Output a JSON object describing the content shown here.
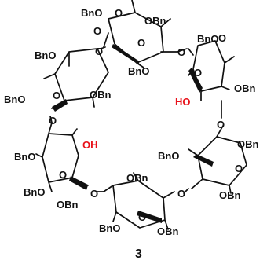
{
  "labels": {
    "bno": "BnO",
    "obn": "OBn",
    "o": "O",
    "ho": "HO",
    "oh": "OH"
  },
  "compound_number": "3",
  "colors": {
    "bond": "#111111",
    "text": "#111111",
    "hydroxyl": "#e8121a"
  }
}
